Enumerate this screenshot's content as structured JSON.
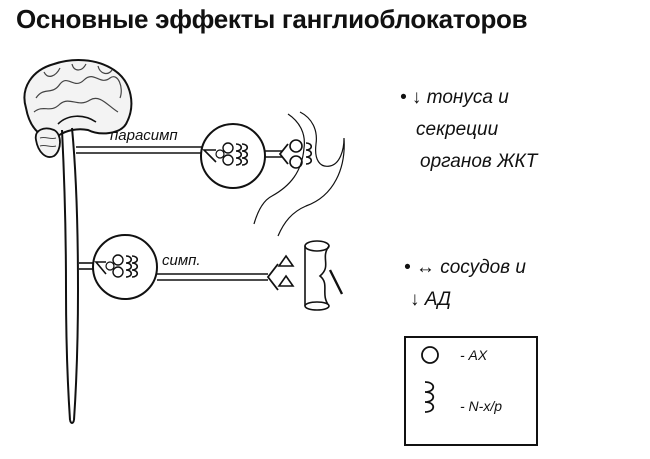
{
  "title": "Основные эффекты ганглиоблокаторов",
  "labels": {
    "parasymp": "парасимп",
    "symp": "симп."
  },
  "effects": {
    "gi": {
      "line1": "• ↓ тонуса и",
      "line2": "секреции",
      "line3": "органов ЖКТ"
    },
    "vascular": {
      "line1": "• ↔ сосудов и",
      "line2": "↓ АД"
    }
  },
  "legend": {
    "circle_label": "- АХ",
    "receptor_label": "- N-х/р"
  },
  "icons": {
    "brain": "brain-icon",
    "spinal_cord": "spinal-cord-icon",
    "ganglion": "ganglion-icon",
    "stomach": "stomach-icon",
    "vessel": "blood-vessel-icon",
    "acetylcholine": "circle-icon",
    "receptor": "receptor-icon"
  }
}
